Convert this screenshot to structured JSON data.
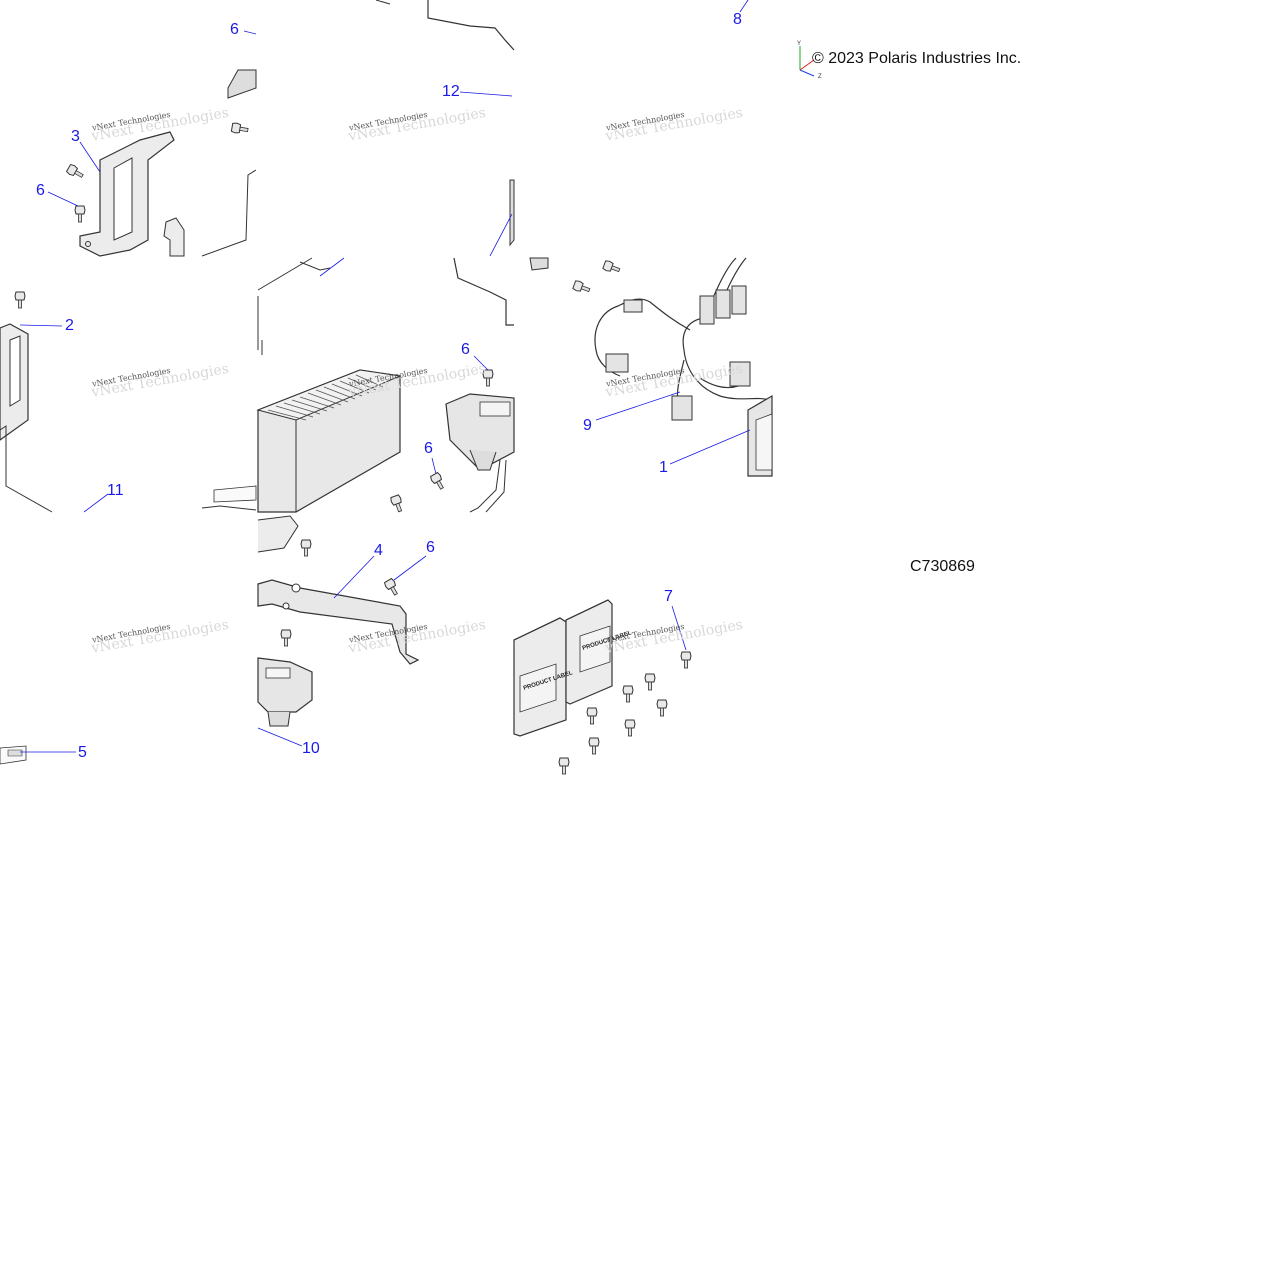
{
  "copyright": "© 2023 Polaris Industries Inc.",
  "diagram_code": "C730869",
  "axis_labels": {
    "y": "Y",
    "z": "Z"
  },
  "watermark": "vNext Technologies",
  "product_label": "PRODUCT LABEL",
  "callouts": [
    {
      "id": "c6a",
      "text": "6"
    },
    {
      "id": "c8",
      "text": "8"
    },
    {
      "id": "c12",
      "text": "12"
    },
    {
      "id": "c3",
      "text": "3"
    },
    {
      "id": "c6b",
      "text": "6"
    },
    {
      "id": "c2",
      "text": "2"
    },
    {
      "id": "c6c",
      "text": "6"
    },
    {
      "id": "c9",
      "text": "9"
    },
    {
      "id": "c6d",
      "text": "6"
    },
    {
      "id": "c1",
      "text": "1"
    },
    {
      "id": "c11",
      "text": "11"
    },
    {
      "id": "c4",
      "text": "4"
    },
    {
      "id": "c6e",
      "text": "6"
    },
    {
      "id": "c7",
      "text": "7"
    },
    {
      "id": "c5",
      "text": "5"
    },
    {
      "id": "c10",
      "text": "10"
    }
  ],
  "colors": {
    "callout": "#1a1ae6",
    "part_fill": "#e6e6e6",
    "part_stroke": "#333333",
    "leader": "#1a1ae6"
  }
}
